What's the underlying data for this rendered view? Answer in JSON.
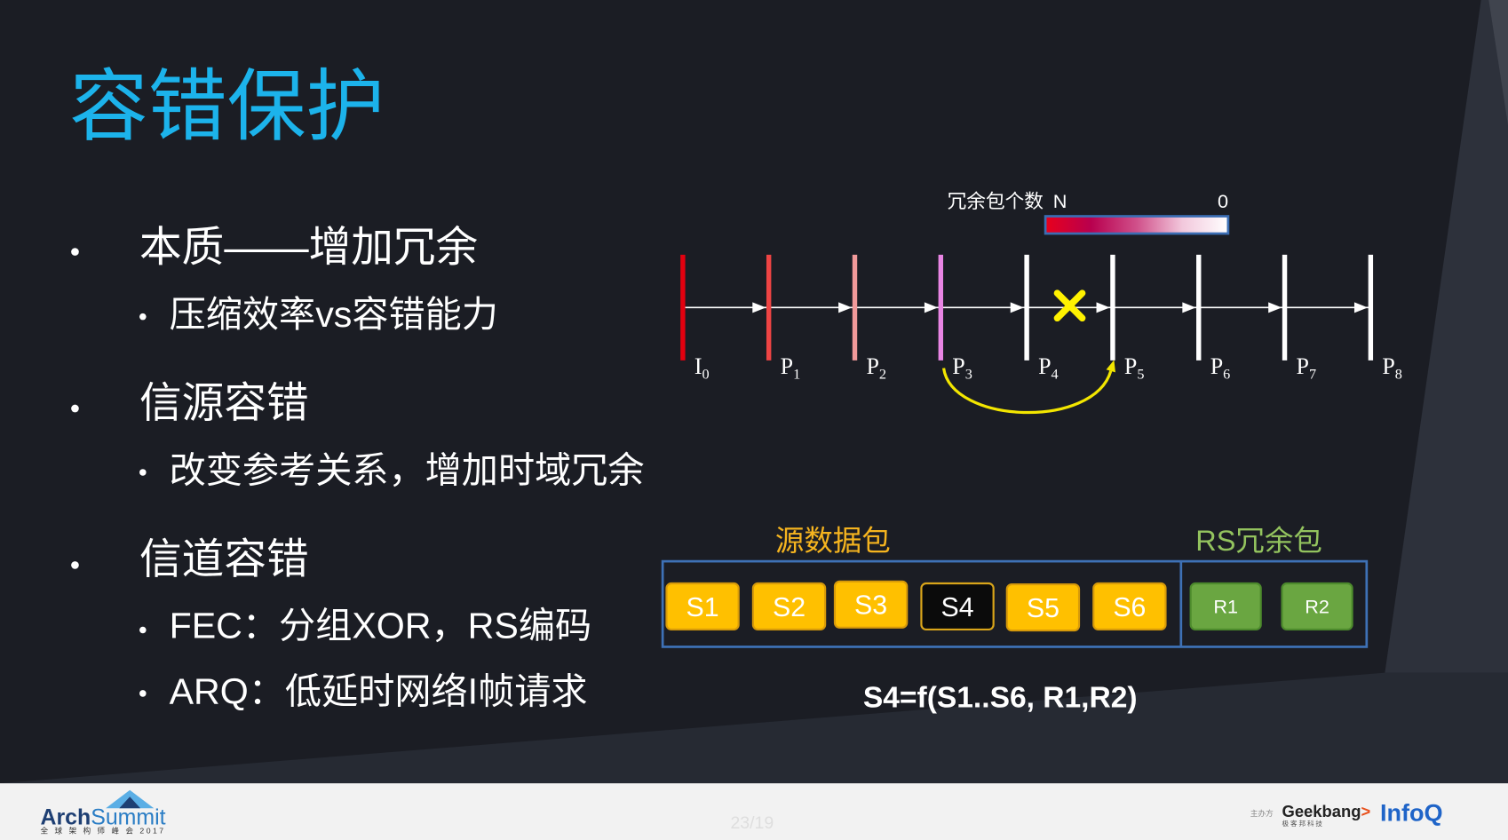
{
  "slide": {
    "title": "容错保护",
    "title_color": "#1cb3eb",
    "bullets": [
      {
        "text": "本质——增加冗余",
        "sub": [
          "压缩效率vs容错能力"
        ]
      },
      {
        "text": "信源容错",
        "sub": [
          "改变参考关系，增加时域冗余"
        ]
      },
      {
        "text": "信道容错",
        "sub": [
          "FEC：分组XOR，RS编码",
          "ARQ：低延时网络I帧请求"
        ]
      }
    ]
  },
  "gop_diagram": {
    "legend": {
      "label": "冗余包个数",
      "max": "N",
      "min": "0",
      "gradient": [
        "#e8001c",
        "#b8004e",
        "#d0508a",
        "#f2c8dc",
        "#ffffff"
      ],
      "border_color": "#3b6db3"
    },
    "frames": [
      {
        "letter": "I",
        "sub": "0",
        "color": "#e3000f"
      },
      {
        "letter": "P",
        "sub": "1",
        "color": "#ee4444"
      },
      {
        "letter": "P",
        "sub": "2",
        "color": "#f29a9a"
      },
      {
        "letter": "P",
        "sub": "3",
        "color": "#e985e4"
      },
      {
        "letter": "P",
        "sub": "4",
        "color": "#ffffff"
      },
      {
        "letter": "P",
        "sub": "5",
        "color": "#ffffff"
      },
      {
        "letter": "P",
        "sub": "6",
        "color": "#ffffff"
      },
      {
        "letter": "P",
        "sub": "7",
        "color": "#ffffff"
      },
      {
        "letter": "P",
        "sub": "8",
        "color": "#ffffff"
      }
    ],
    "lost_link": [
      4,
      5
    ],
    "loss_icon": "x-icon",
    "loss_color": "#fff200",
    "reference_arrow": [
      3,
      5
    ],
    "reference_arrow_color": "#f3e600"
  },
  "fec_diagram": {
    "source_label": "源数据包",
    "source_label_color": "#f5b41f",
    "redundant_label": "RS冗余包",
    "redundant_label_color": "#93c35e",
    "frame_color": "#3e71b6",
    "source_packets": [
      {
        "label": "S1"
      },
      {
        "label": "S2"
      },
      {
        "label": "S3"
      },
      {
        "label": "S4",
        "highlight": true
      },
      {
        "label": "S5"
      },
      {
        "label": "S6"
      }
    ],
    "redundant_packets": [
      {
        "label": "R1"
      },
      {
        "label": "R2"
      }
    ],
    "source_color": "#ffc000",
    "source_border": "#d79a0a",
    "highlight_color": "#0b0b0b",
    "highlight_border": "#d9a51a",
    "redundant_color": "#6aa641",
    "redundant_border": "#4c8a2c",
    "formula": "S4=f(S1..S6, R1,R2)"
  },
  "footer": {
    "logo_arch": "Arch",
    "logo_summit": "Summit",
    "logo_subtitle": "全 球 架 构 师 峰 会 2017",
    "logo_icon": "mountain-icon",
    "page_number": "23/19",
    "organizer_label": "主办方",
    "geekbang": "Geekbang",
    "geekbang_mark": ">",
    "geekbang_cn": "极客邦科技",
    "infoq": "InfoQ"
  }
}
